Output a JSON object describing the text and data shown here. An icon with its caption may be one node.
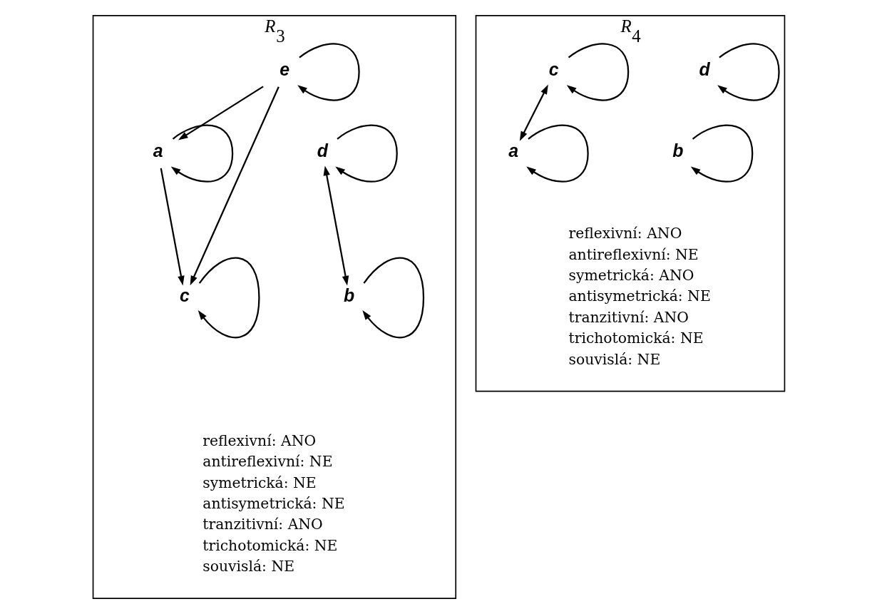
{
  "diagram": {
    "nodes": [
      {
        "text": [
          "R$_{3}$"
        ]
      },
      {
        "text": [
          "e"
        ],
        "in": 0
      },
      {
        "text": [
          "a"
        ],
        "in": 0
      },
      {
        "text": [
          "d"
        ],
        "in": 0
      },
      {
        "text": [
          "b"
        ],
        "in": 0
      },
      {
        "text": [
          "c"
        ],
        "in": 0
      },
      {
        "text": [
          "R$_{4}$"
        ]
      },
      {
        "text": [
          "d"
        ],
        "in": 6
      },
      {
        "text": [
          "c"
        ],
        "in": 6
      },
      {
        "text": [
          "a"
        ],
        "in": 6
      },
      {
        "text": [
          "b"
        ],
        "in": 6
      }
    ],
    "edges": [
      {
        "from": 1,
        "to": 2,
        "arrow": "to"
      },
      {
        "from": 1,
        "to": 5,
        "arrow": "to"
      },
      {
        "from": 2,
        "to": 5,
        "arrow": "to"
      },
      {
        "from": 3,
        "to": 4,
        "arrow": "both"
      },
      {
        "from": 1,
        "to": 1,
        "arrow": "to"
      },
      {
        "from": 2,
        "to": 2,
        "arrow": "to"
      },
      {
        "from": 3,
        "to": 3,
        "arrow": "to"
      },
      {
        "from": 4,
        "to": 4,
        "arrow": "to"
      },
      {
        "from": 5,
        "to": 5,
        "arrow": "to"
      },
      {
        "from": 8,
        "to": 9,
        "arrow": "both"
      },
      {
        "from": 7,
        "to": 7,
        "arrow": "to"
      },
      {
        "from": 8,
        "to": 8,
        "arrow": "to"
      },
      {
        "from": 9,
        "to": 9,
        "arrow": "to"
      },
      {
        "from": 10,
        "to": 10,
        "arrow": "to"
      }
    ],
    "labels": [
      "reflexivní: ANO",
      "antireflexivní: NE",
      "symetrická: NE",
      "antisymetrická: NE",
      "tranzitivní: ANO",
      "trichotomická: NE",
      "souvislá: NE",
      "reflexivní: ANO",
      "antireflexivní: NE",
      "symetrická: ANO",
      "antisymetrická: NE",
      "tranzitivní: ANO",
      "trichotomická: NE",
      "souvislá: NE"
    ]
  }
}
